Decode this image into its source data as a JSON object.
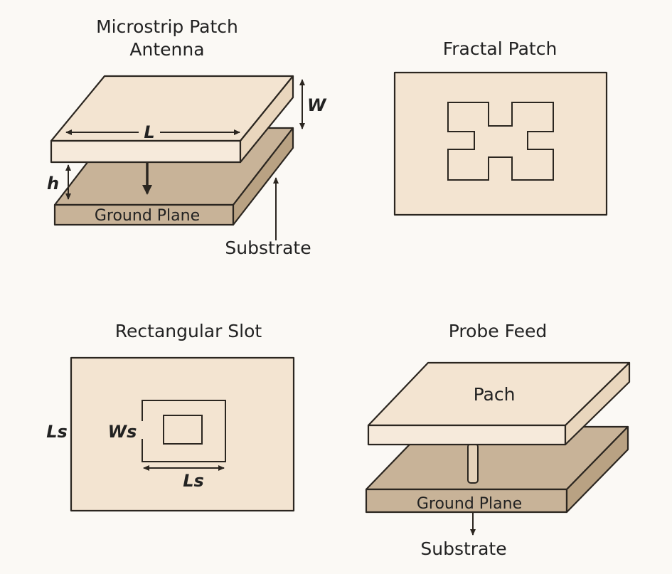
{
  "panels": {
    "microstrip": {
      "title_line1": "Microstrip Patch",
      "title_line2": "Antenna",
      "label_w": "W",
      "label_l": "L",
      "label_h": "h",
      "ground_plane": "Ground Plane",
      "substrate": "Substrate"
    },
    "fractal": {
      "title": "Fractal Patch"
    },
    "slot": {
      "title": "Rectangular Slot",
      "label_ls_left": "Ls",
      "label_ws": "Ws",
      "label_ls_bottom": "Ls"
    },
    "probe": {
      "title": "Probe Feed",
      "patch": "Pach",
      "ground_plane": "Ground Plane",
      "substrate": "Substrate"
    }
  },
  "colors": {
    "patch": "#f3e4d1",
    "ground": "#c8b398",
    "background": "#fbf9f5"
  }
}
